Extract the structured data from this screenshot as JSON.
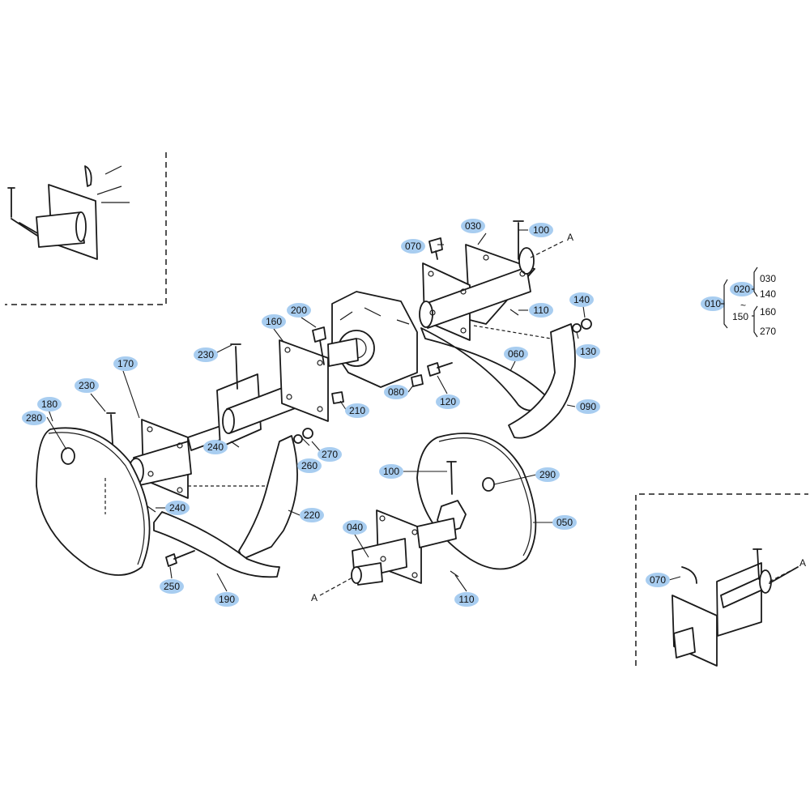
{
  "callouts": {
    "c_010": "010",
    "c_020": "020",
    "c_030": "030",
    "c_040": "040",
    "c_050": "050",
    "c_060": "060",
    "c_070_top": "070",
    "c_070_right": "070",
    "c_080": "080",
    "c_090": "090",
    "c_100_top": "100",
    "c_100_mid": "100",
    "c_110_top": "110",
    "c_110_mid": "110",
    "c_120": "120",
    "c_130": "130",
    "c_140": "140",
    "c_160": "160",
    "c_170": "170",
    "c_180": "180",
    "c_190": "190",
    "c_200": "200",
    "c_210": "210",
    "c_220": "220",
    "c_230_top": "230",
    "c_230_left": "230",
    "c_240_top": "240",
    "c_240_bottom": "240",
    "c_250": "250",
    "c_260": "260",
    "c_270": "270",
    "c_280": "280",
    "c_290": "290"
  },
  "axis_marks": {
    "a_top": "A",
    "a_bottom": "A",
    "a_right": "A"
  },
  "tree": {
    "t_030": "030",
    "t_140": "140",
    "t_150": "150",
    "t_160": "160",
    "t_270": "270"
  }
}
